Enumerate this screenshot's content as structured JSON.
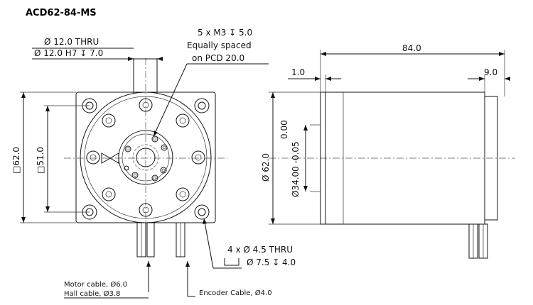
{
  "title": "ACD62-84-MS",
  "front_view": {
    "bore_thru": "Ø 12.0 THRU",
    "bore_h7": "Ø 12.0 H7 ↧ 7.0",
    "screws_line1": "5 x M3 ↧ 5.0",
    "screws_line2": "Equally spaced",
    "screws_line3": "on PCD 20.0",
    "square_62": "□62.0",
    "square_51": "□51.0",
    "holes_line1": "4 x Ø 4.5 THRU",
    "holes_line2": "Ø 7.5 ↧ 4.0",
    "motor_cable": "Motor cable, Ø6.0",
    "hall_cable": "Hall cable, Ø3.8",
    "encoder_cable": "Encoder Cable, Ø4.0"
  },
  "side_view": {
    "length": "84.0",
    "flange": "1.0",
    "rear": "9.0",
    "diameter": "Ø 62.0",
    "pilot": "Ø34.00 -0.05",
    "pilot_tol_upper": "0.00"
  }
}
